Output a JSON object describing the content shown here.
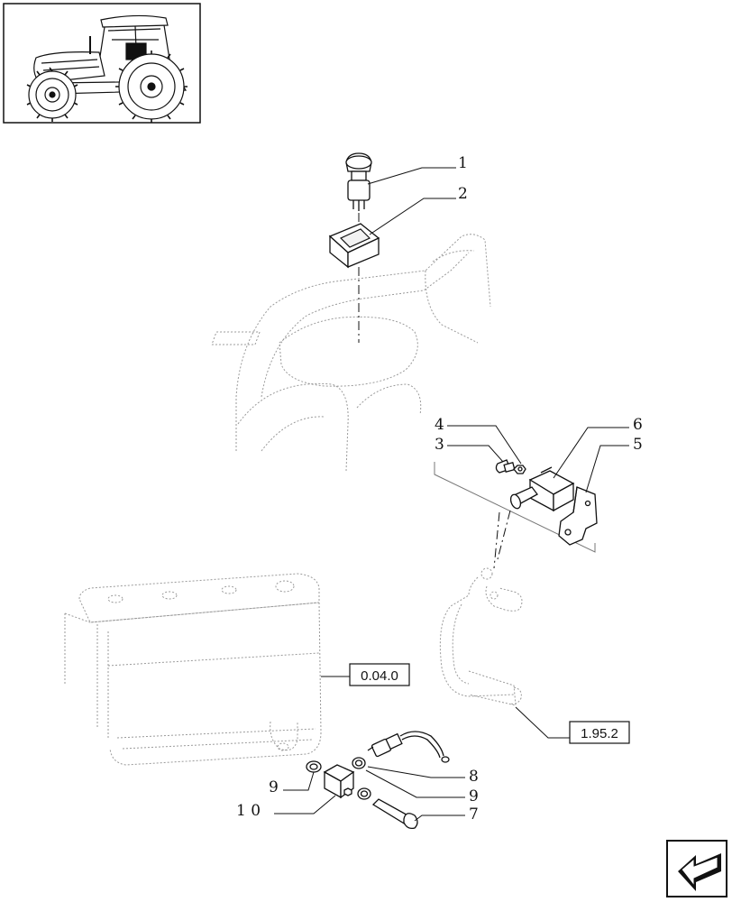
{
  "diagram": {
    "callouts": [
      {
        "id": "c1",
        "label": "1"
      },
      {
        "id": "c2",
        "label": "2"
      },
      {
        "id": "c3",
        "label": "3"
      },
      {
        "id": "c4",
        "label": "4"
      },
      {
        "id": "c5",
        "label": "5"
      },
      {
        "id": "c6",
        "label": "6"
      },
      {
        "id": "c7",
        "label": "7"
      },
      {
        "id": "c8",
        "label": "8"
      },
      {
        "id": "c9a",
        "label": "9"
      },
      {
        "id": "c9b",
        "label": "9"
      },
      {
        "id": "c10",
        "label": "1 0"
      }
    ],
    "references": [
      {
        "id": "r1",
        "label": "0.04.0"
      },
      {
        "id": "r2",
        "label": "1.95.2"
      }
    ]
  },
  "thumbnail": {
    "icon": "tractor-icon"
  },
  "nav": {
    "icon": "next-page-arrow-icon"
  }
}
